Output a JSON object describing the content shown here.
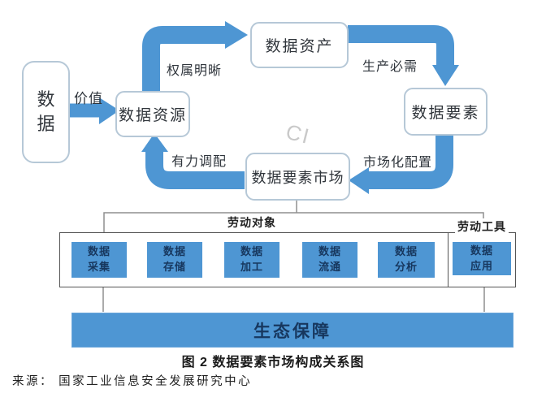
{
  "colors": {
    "arrow_blue": "#4e96d3",
    "item_fill": "#4e96d3",
    "item_text": "#17375e",
    "node_border": "#b6c8d7",
    "group_border": "#555555"
  },
  "nodes": [
    {
      "id": "data",
      "label": "数据"
    },
    {
      "id": "data-resource",
      "label": "数据资源"
    },
    {
      "id": "data-asset",
      "label": "数据资产"
    },
    {
      "id": "data-element",
      "label": "数据要素"
    },
    {
      "id": "data-element-market",
      "label": "数据要素市场"
    }
  ],
  "edge_labels": {
    "value": "价值",
    "clear_ownership": "权属明晰",
    "production_necessity": "生产必需",
    "market_allocation": "市场化配置",
    "effective_allocation": "有力调配"
  },
  "groups": {
    "labor_objects": {
      "label": "劳动对象",
      "items": [
        {
          "line1": "数据",
          "line2": "采集"
        },
        {
          "line1": "数据",
          "line2": "存储"
        },
        {
          "line1": "数据",
          "line2": "加工"
        },
        {
          "line1": "数据",
          "line2": "流通"
        },
        {
          "line1": "数据",
          "line2": "分析"
        }
      ]
    },
    "labor_tools": {
      "label": "劳动工具",
      "items": [
        {
          "line1": "数据",
          "line2": "应用"
        }
      ]
    }
  },
  "foundation": "生态保障",
  "watermark": "CI",
  "caption": "图 2 数据要素市场构成关系图",
  "source": "来源： 国家工业信息安全发展研究中心"
}
